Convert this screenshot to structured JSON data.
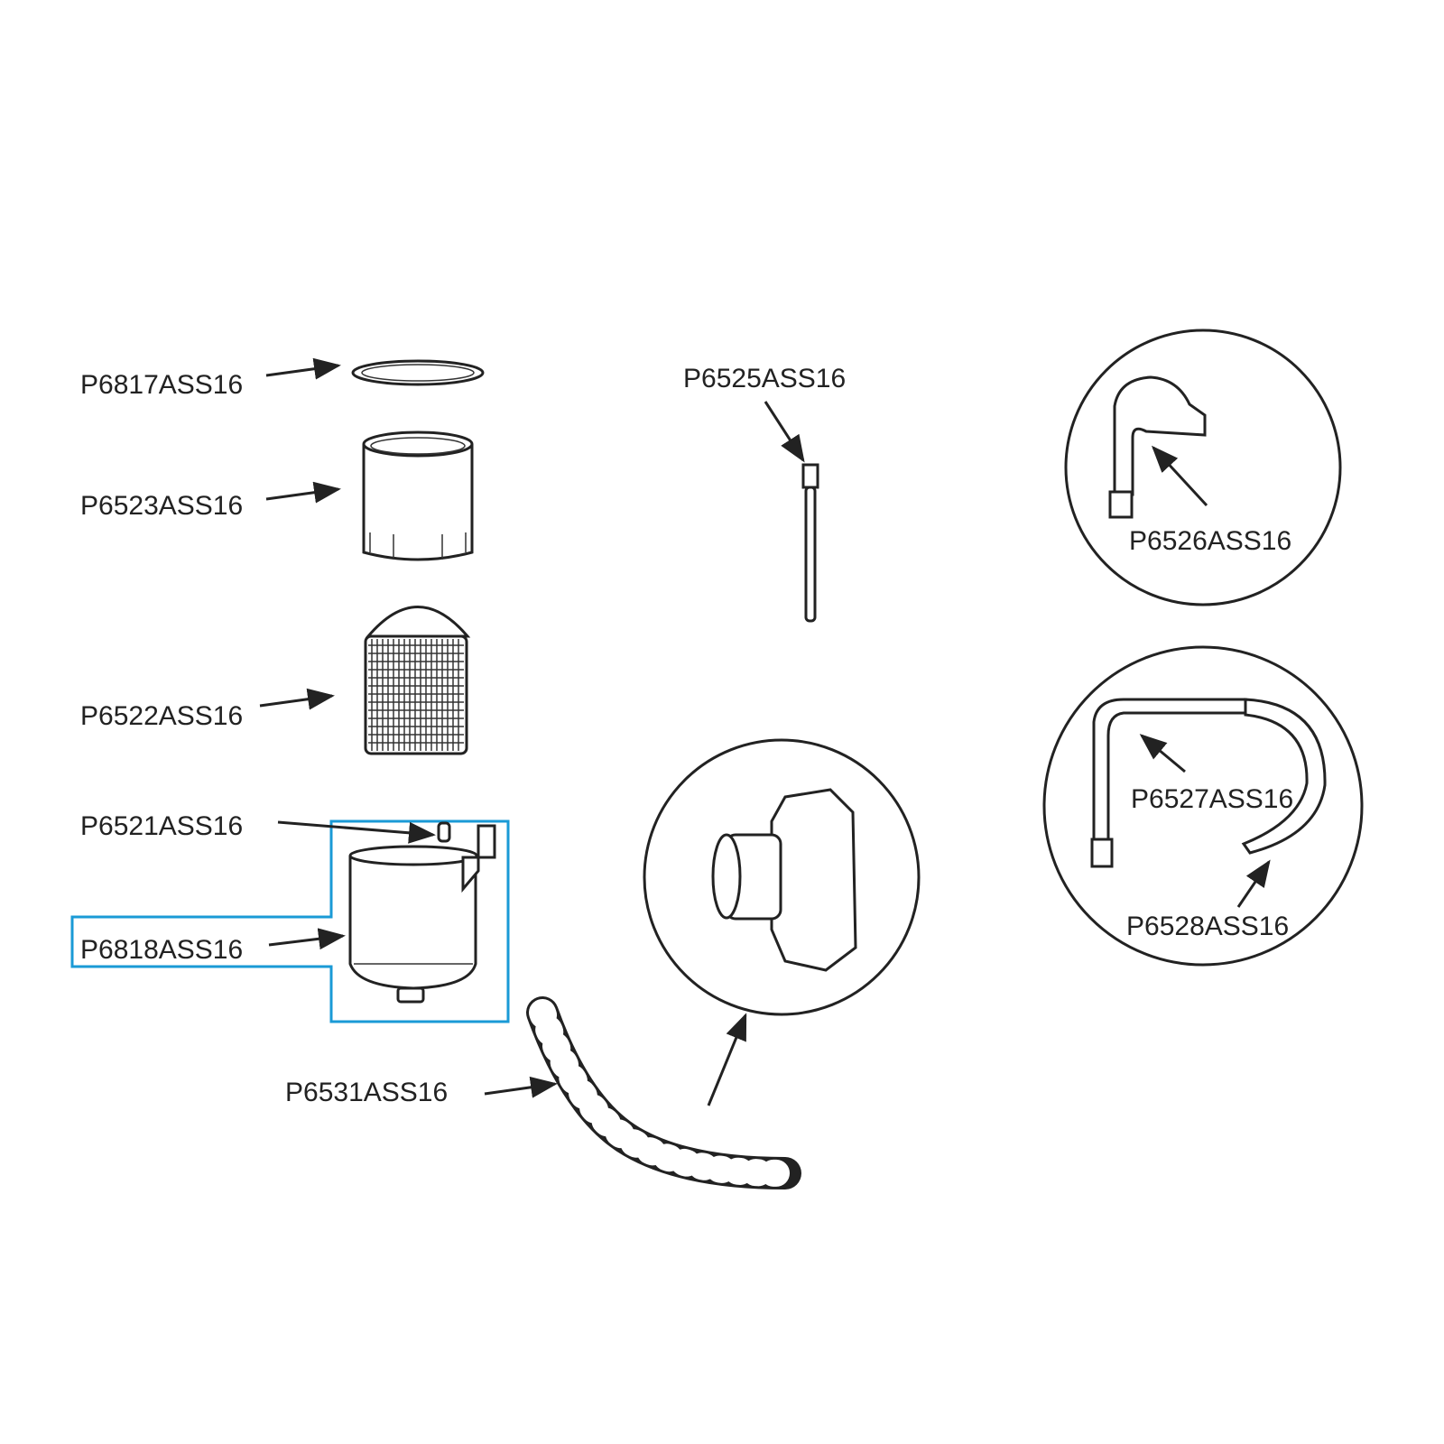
{
  "diagram": {
    "highlight_color": "#1a9ad6",
    "parts": [
      {
        "id": "P6817ASS16"
      },
      {
        "id": "P6523ASS16"
      },
      {
        "id": "P6522ASS16"
      },
      {
        "id": "P6521ASS16"
      },
      {
        "id": "P6818ASS16",
        "highlighted": true
      },
      {
        "id": "P6531ASS16"
      },
      {
        "id": "P6525ASS16"
      },
      {
        "id": "P6526ASS16"
      },
      {
        "id": "P6527ASS16"
      },
      {
        "id": "P6528ASS16"
      }
    ]
  }
}
